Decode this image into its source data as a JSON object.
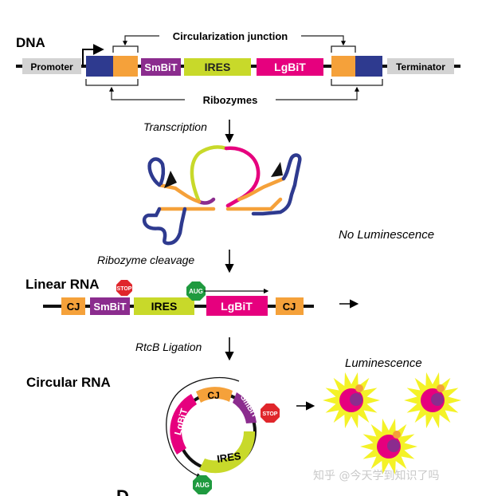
{
  "dna": {
    "title": "DNA",
    "promoter": "Promoter",
    "terminator": "Terminator",
    "smbit": "SmBiT",
    "ires": "IRES",
    "lgbit": "LgBiT",
    "junction_label": "Circularization junction",
    "ribozymes_label": "Ribozymes"
  },
  "steps": {
    "transcription": "Transcription",
    "cleavage": "Ribozyme cleavage",
    "ligation": "RtcB Ligation"
  },
  "linear_rna": {
    "title": "Linear RNA",
    "cj": "CJ",
    "smbit": "SmBiT",
    "ires": "IRES",
    "lgbit": "LgBiT",
    "stop": "STOP",
    "aug": "AUG"
  },
  "circular_rna": {
    "title": "Circular RNA",
    "cj": "CJ",
    "smbit": "SmBiT",
    "lgbit": "LgBiT",
    "ires": "IRES",
    "stop": "STOP",
    "aug": "AUG"
  },
  "outcomes": {
    "no_lum": "No Luminescence",
    "lum": "Luminescence"
  },
  "panel_letter": "D",
  "watermark": "知乎 @今天学到知识了吗",
  "colors": {
    "orange": "#f5a13a",
    "blue": "#2e3a8f",
    "purple": "#8b2c8e",
    "lime": "#c8d92a",
    "magenta": "#e6007e",
    "grey": "#d3d3d3",
    "stop_red": "#e0262b",
    "aug_green": "#1f9a3f",
    "glow": "#f4f227"
  }
}
